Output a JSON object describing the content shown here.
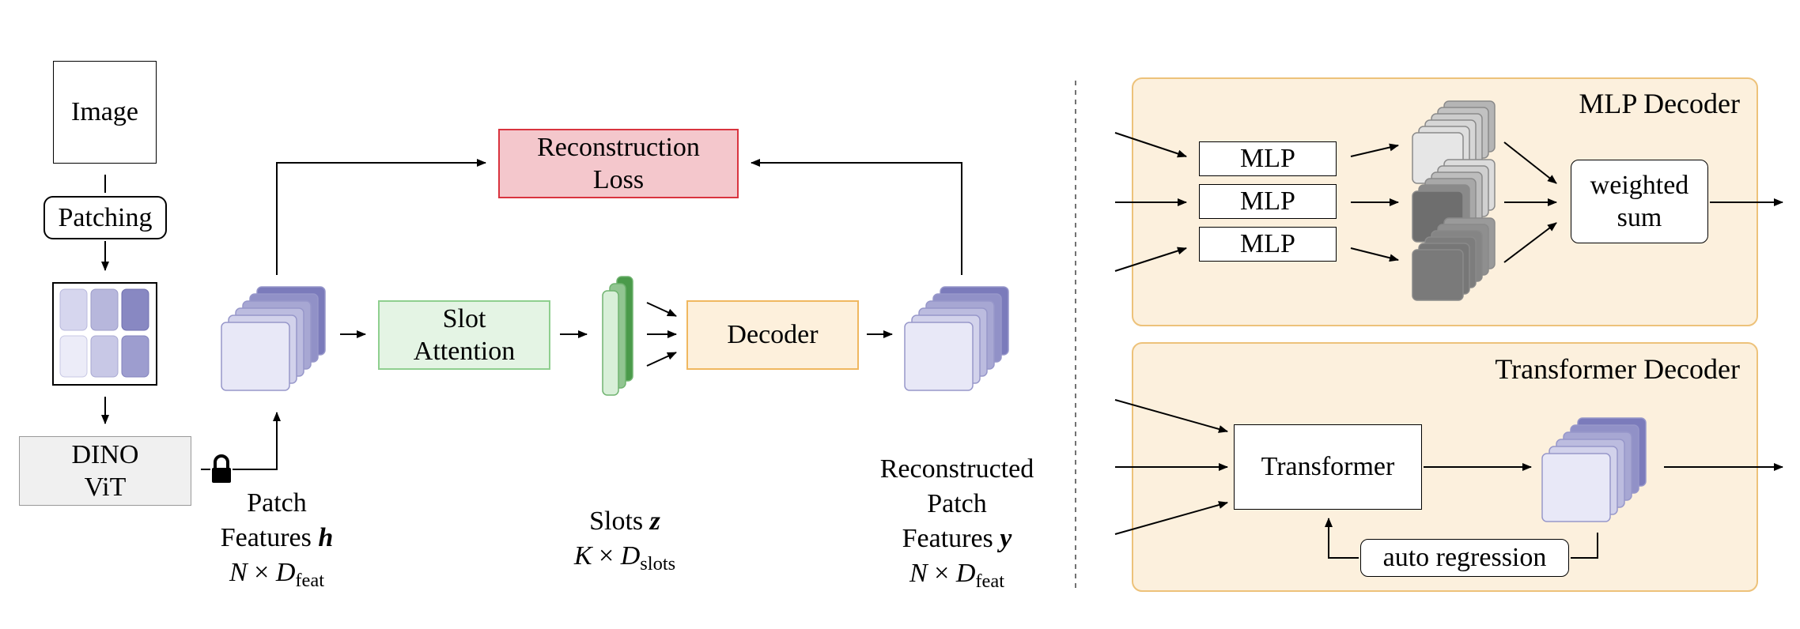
{
  "left": {
    "image_label": "Image",
    "patching_label": "Patching",
    "dino_line1": "DINO",
    "dino_line2": "ViT",
    "recon_line1": "Reconstruction",
    "recon_line2": "Loss",
    "slot_attn_line1": "Slot",
    "slot_attn_line2": "Attention",
    "decoder_label": "Decoder",
    "patch_features": {
      "line1": "Patch",
      "line2_text": "Features",
      "symbol": "h",
      "dim_n": "N",
      "times": "×",
      "dim_d": "D",
      "dim_sub": "feat"
    },
    "slots": {
      "text": "Slots",
      "symbol": "z",
      "dim_k": "K",
      "times": "×",
      "dim_d": "D",
      "dim_sub": "slots"
    },
    "recon_features": {
      "line1": "Reconstructed",
      "line2": "Patch",
      "line3_text": "Features",
      "symbol": "y",
      "dim_n": "N",
      "times": "×",
      "dim_d": "D",
      "dim_sub": "feat"
    }
  },
  "mlp_panel": {
    "title": "MLP Decoder",
    "mlp_labels": [
      "MLP",
      "MLP",
      "MLP"
    ],
    "weighted_line1": "weighted",
    "weighted_line2": "sum"
  },
  "transformer_panel": {
    "title": "Transformer Decoder",
    "transformer_label": "Transformer",
    "autoreg_label": "auto regression"
  },
  "colors": {
    "purple_dark": "#7b7bbb",
    "purple_light": "#e8e8f7",
    "green_dark": "#4a9a4a",
    "green_light": "#d8efd8",
    "recon_fill": "#f4c7cc",
    "recon_border": "#d9343f",
    "slot_fill": "#e4f4e4",
    "slot_border": "#8fcf8f",
    "decoder_fill": "#fdf0dc",
    "decoder_border": "#f0b860",
    "panel_fill": "#fcf0dd",
    "panel_border": "#edc27a",
    "dino_fill": "#f0f0f0"
  }
}
